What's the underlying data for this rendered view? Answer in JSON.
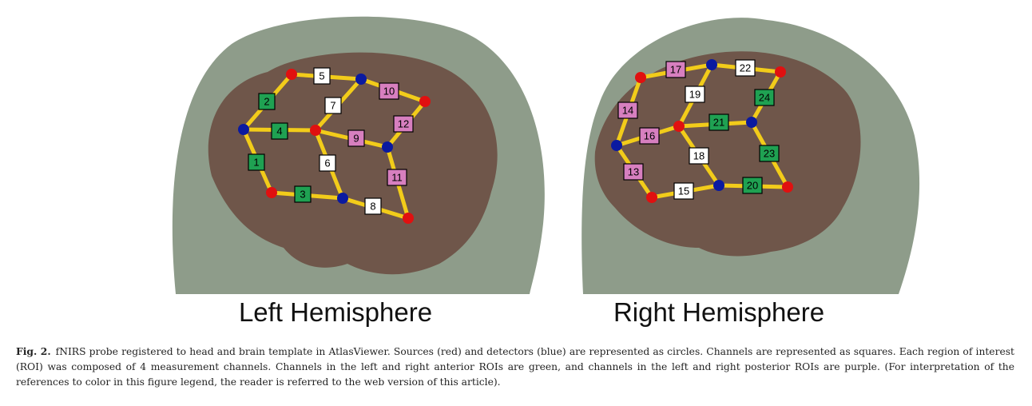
{
  "panels": [
    {
      "id": "left",
      "label": "Left Hemisphere",
      "channels": [
        {
          "n": "1",
          "roi": "anterior"
        },
        {
          "n": "2",
          "roi": "anterior"
        },
        {
          "n": "3",
          "roi": "anterior"
        },
        {
          "n": "4",
          "roi": "anterior"
        },
        {
          "n": "5",
          "roi": "none"
        },
        {
          "n": "6",
          "roi": "none"
        },
        {
          "n": "7",
          "roi": "none"
        },
        {
          "n": "8",
          "roi": "none"
        },
        {
          "n": "9",
          "roi": "posterior"
        },
        {
          "n": "10",
          "roi": "posterior"
        },
        {
          "n": "11",
          "roi": "posterior"
        },
        {
          "n": "12",
          "roi": "posterior"
        }
      ]
    },
    {
      "id": "right",
      "label": "Right Hemisphere",
      "channels": [
        {
          "n": "13",
          "roi": "posterior"
        },
        {
          "n": "14",
          "roi": "posterior"
        },
        {
          "n": "15",
          "roi": "none"
        },
        {
          "n": "16",
          "roi": "posterior"
        },
        {
          "n": "17",
          "roi": "posterior"
        },
        {
          "n": "18",
          "roi": "none"
        },
        {
          "n": "19",
          "roi": "none"
        },
        {
          "n": "20",
          "roi": "anterior"
        },
        {
          "n": "21",
          "roi": "anterior"
        },
        {
          "n": "22",
          "roi": "none"
        },
        {
          "n": "23",
          "roi": "anterior"
        },
        {
          "n": "24",
          "roi": "anterior"
        }
      ]
    }
  ],
  "colors": {
    "source": "#e01010",
    "detector": "#0a1aa0",
    "anterior": "#1fa152",
    "posterior": "#d77fbf",
    "none": "#ffffff",
    "link": "#f2cc1a",
    "head": "#8e9c8a",
    "brain": "#6a4a3e"
  },
  "caption": {
    "fig_label": "Fig. 2.",
    "text": "fNIRS probe registered to head and brain template in AtlasViewer. Sources (red) and detectors (blue) are represented as circles. Channels are represented as squares. Each region of interest (ROI) was composed of 4 measurement channels. Channels in the left and right anterior ROIs are green, and channels in the left and right posterior ROIs are purple. (For interpretation of the references to color in this figure legend, the reader is referred to the web version of this article)."
  }
}
